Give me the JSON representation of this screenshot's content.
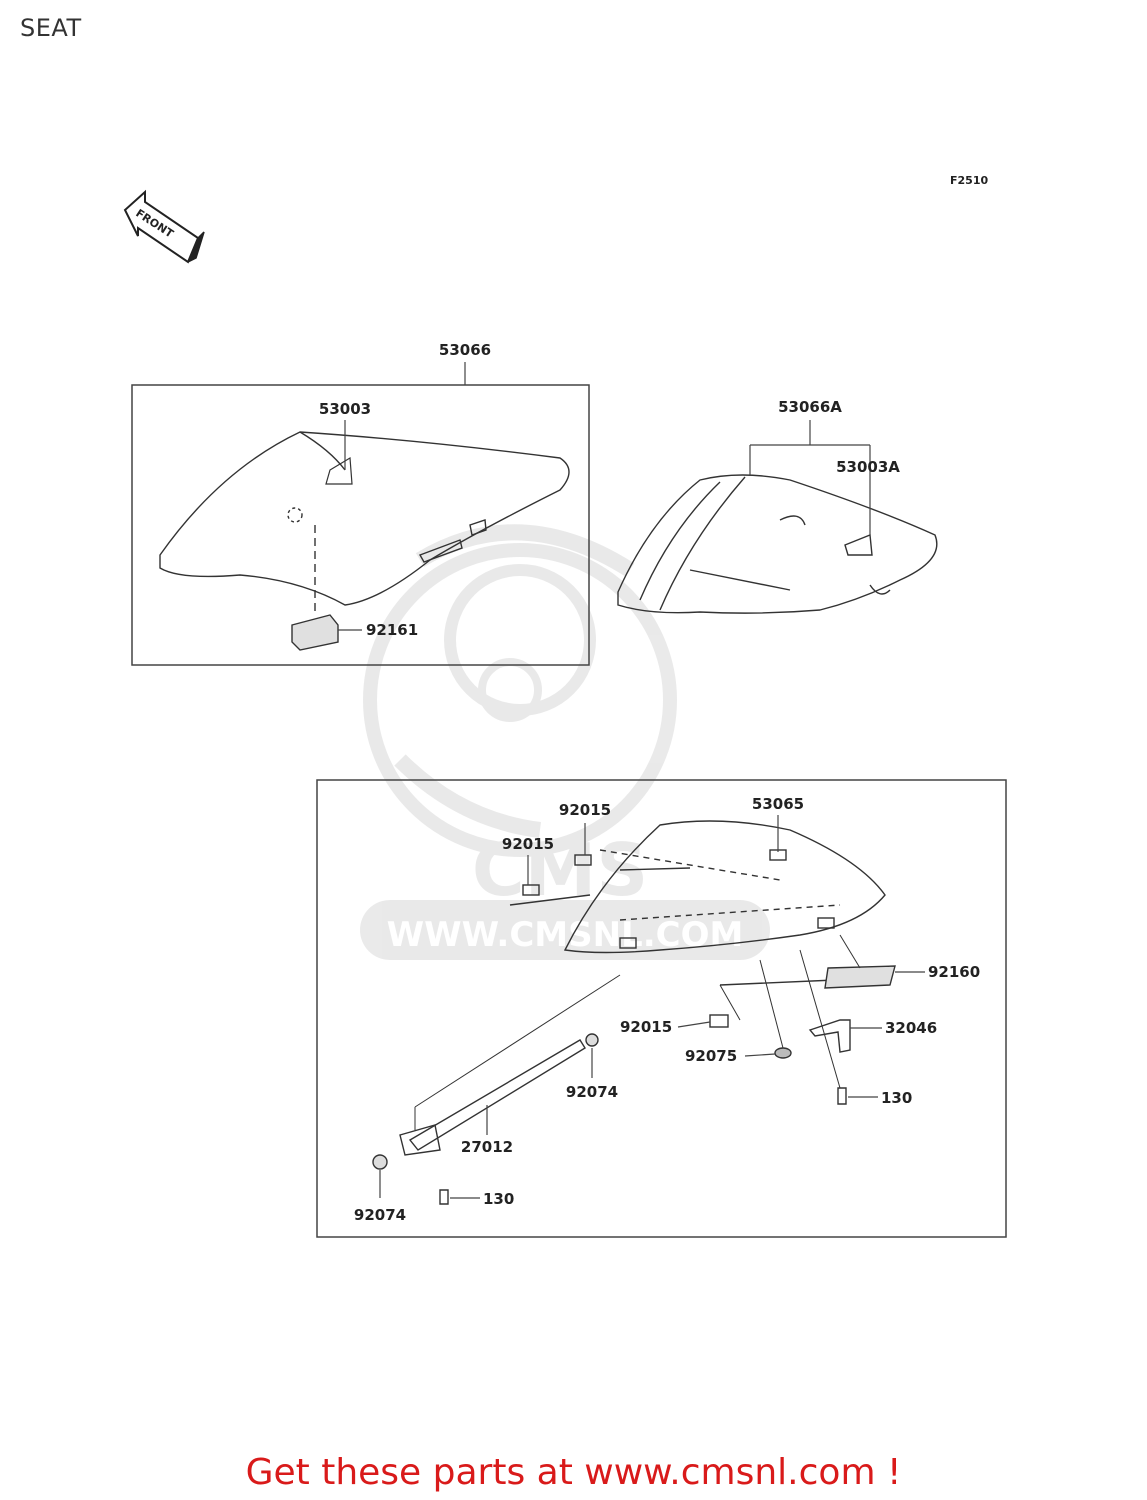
{
  "page": {
    "title": "SEAT"
  },
  "diagram": {
    "figure_code": "F2510",
    "front_marker": "FRONT",
    "watermark": {
      "logo": "CMS",
      "url": "WWW.CMSNL.COM"
    },
    "part_labels": {
      "front_seat_assy": "53066",
      "front_seat_cover": "53003",
      "front_pad": "92161",
      "rear_seat_assy": "53066A",
      "rear_seat_cover": "53003A",
      "rear_seat_base": "53065",
      "grommet_top": "92015",
      "grommet_left": "92015",
      "grommet_bottom": "92015",
      "rear_pad": "92160",
      "bracket": "32046",
      "damper": "92075",
      "bolt_right": "130",
      "bolt_left": "130",
      "seat_hook": "27012",
      "cap_right": "92074",
      "cap_left": "92074"
    }
  },
  "footer": {
    "text": "Get these parts at www.cmsnl.com !"
  }
}
